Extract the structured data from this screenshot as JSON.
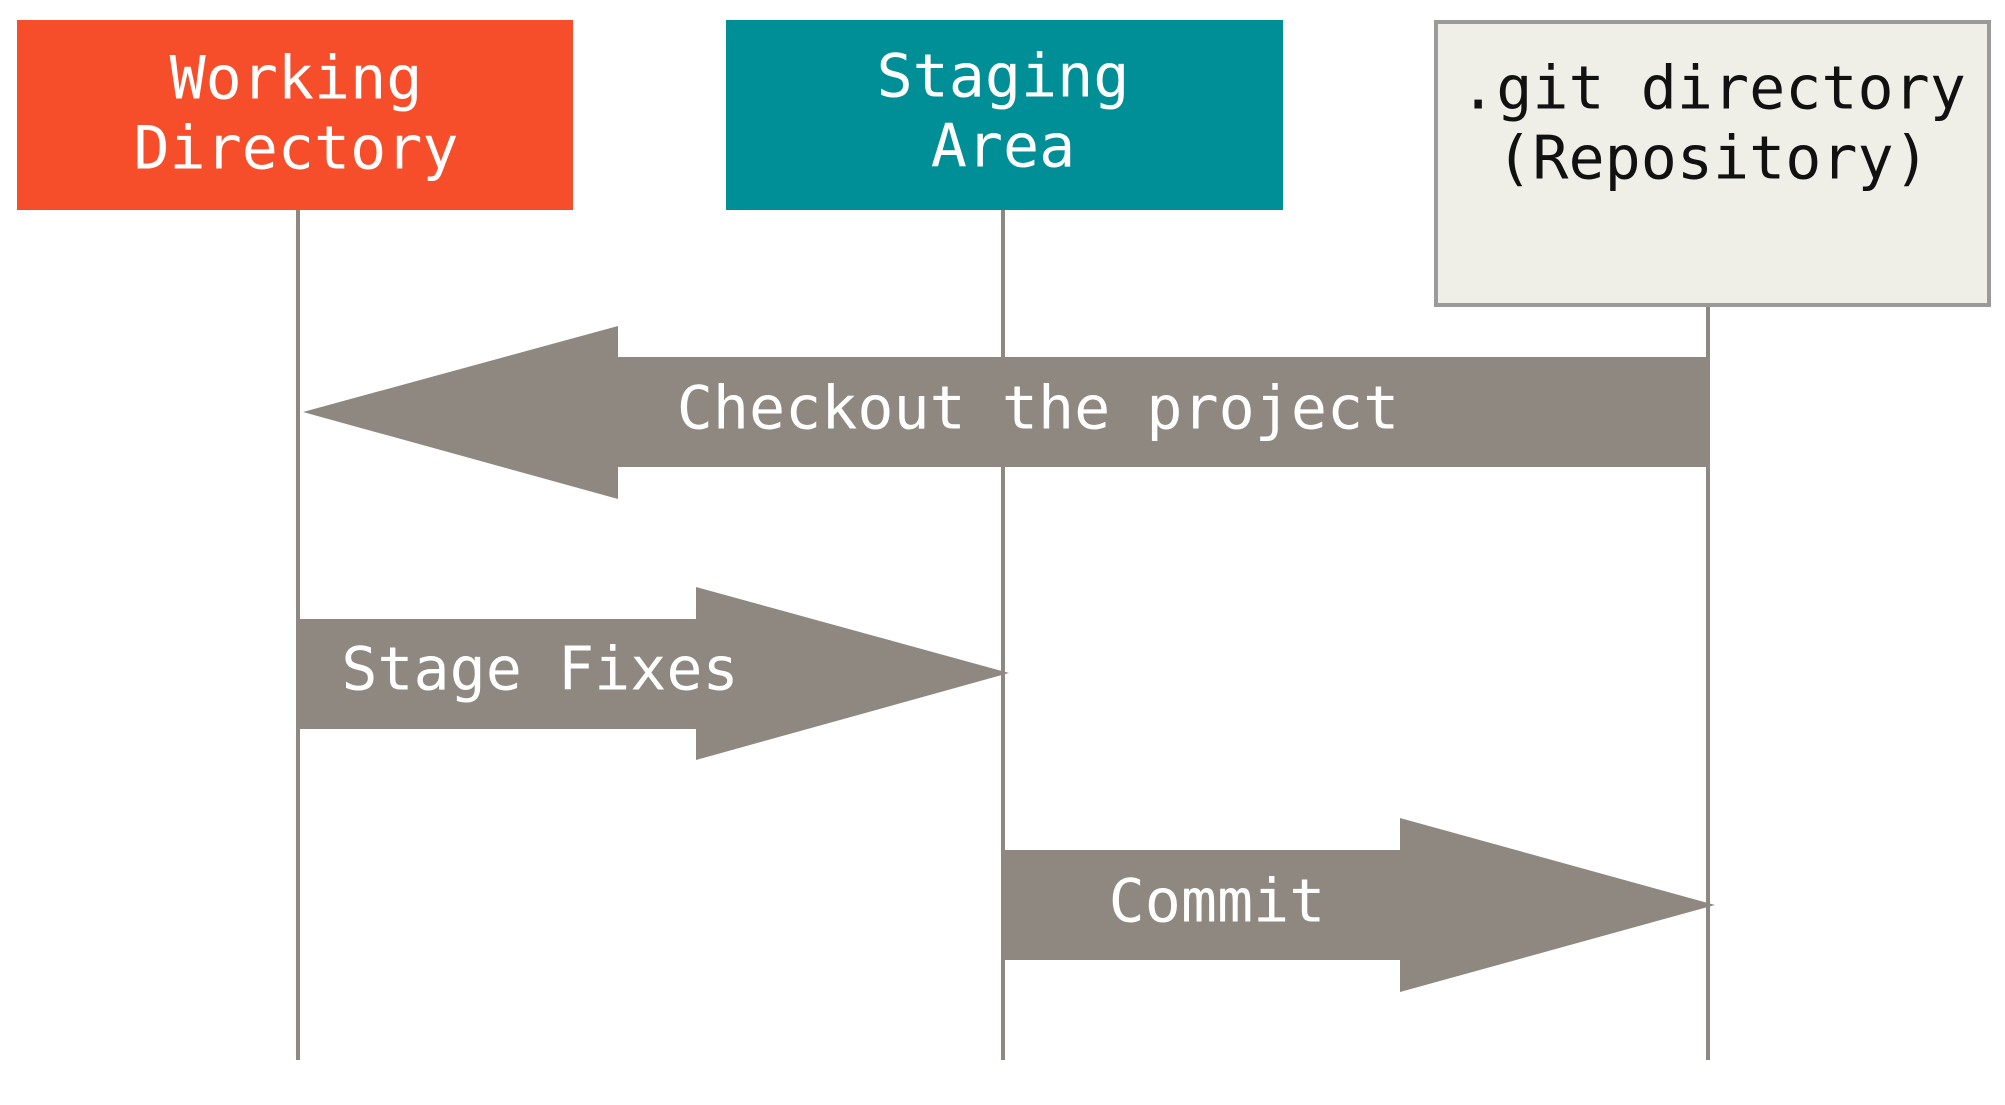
{
  "diagram": {
    "boxes": {
      "working_directory": {
        "line1": "Working",
        "line2": "Directory",
        "color": "#f64d2a"
      },
      "staging_area": {
        "line1": "Staging",
        "line2": "Area",
        "color": "#008f97"
      },
      "git_directory": {
        "line1": ".git directory",
        "line2": "(Repository)",
        "color": "#efeee7",
        "border_color": "#9a9a9a"
      }
    },
    "arrows": {
      "checkout": {
        "label": "Checkout the project",
        "direction": "left"
      },
      "stage_fixes": {
        "label": "Stage Fixes",
        "direction": "right"
      },
      "commit": {
        "label": "Commit",
        "direction": "right"
      }
    },
    "colors": {
      "arrow": "#8f8880",
      "lifeline": "#8f8880",
      "text_light": "#ffffff",
      "text_dark": "#111111"
    }
  }
}
